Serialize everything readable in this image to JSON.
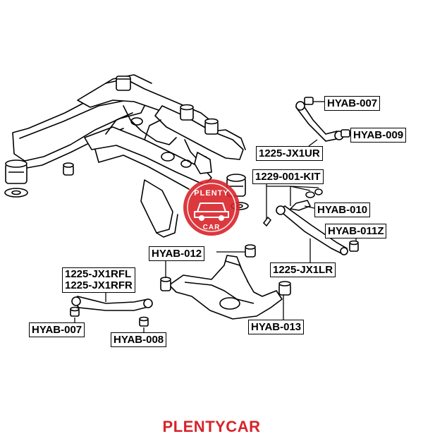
{
  "labels": {
    "hyab007_top": "HYAB-007",
    "hyab009": "HYAB-009",
    "jx1ur": "1225-JX1UR",
    "kit": "1229-001-KIT",
    "hyab010": "HYAB-010",
    "hyab011z": "HYAB-011Z",
    "jx1lr": "1225-JX1LR",
    "hyab012": "HYAB-012",
    "jx1rfl": "1225-JX1RFL",
    "jx1rfr": "1225-JX1RFR",
    "hyab007_bottom": "HYAB-007",
    "hyab008": "HYAB-008",
    "hyab013": "HYAB-013"
  },
  "watermark": {
    "top": "PLENTY",
    "bottom": "CAR",
    "color": "#d8232a"
  },
  "brand": {
    "text": "PLENTYCAR",
    "color": "#d8232a"
  }
}
